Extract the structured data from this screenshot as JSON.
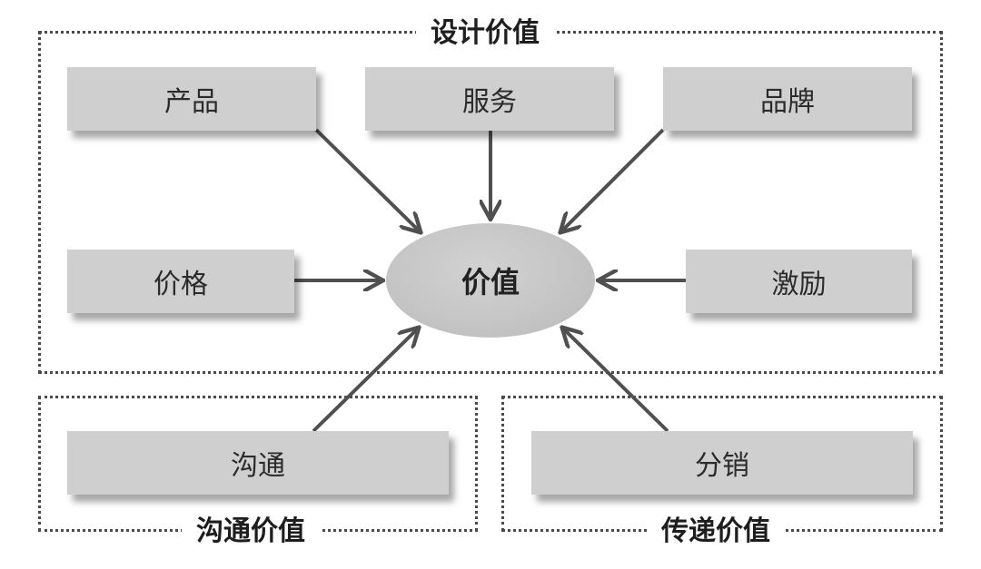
{
  "groups": {
    "design": "设计价值",
    "communication": "沟通价值",
    "delivery": "传递价值"
  },
  "hub": "价值",
  "nodes": {
    "product": "产品",
    "service": "服务",
    "brand": "品牌",
    "price": "价格",
    "incentive": "激励",
    "communication": "沟通",
    "distribution": "分销"
  },
  "colors": {
    "node_fill": "#cfcfd0",
    "border": "#4a4a4a",
    "arrow": "#505050"
  }
}
